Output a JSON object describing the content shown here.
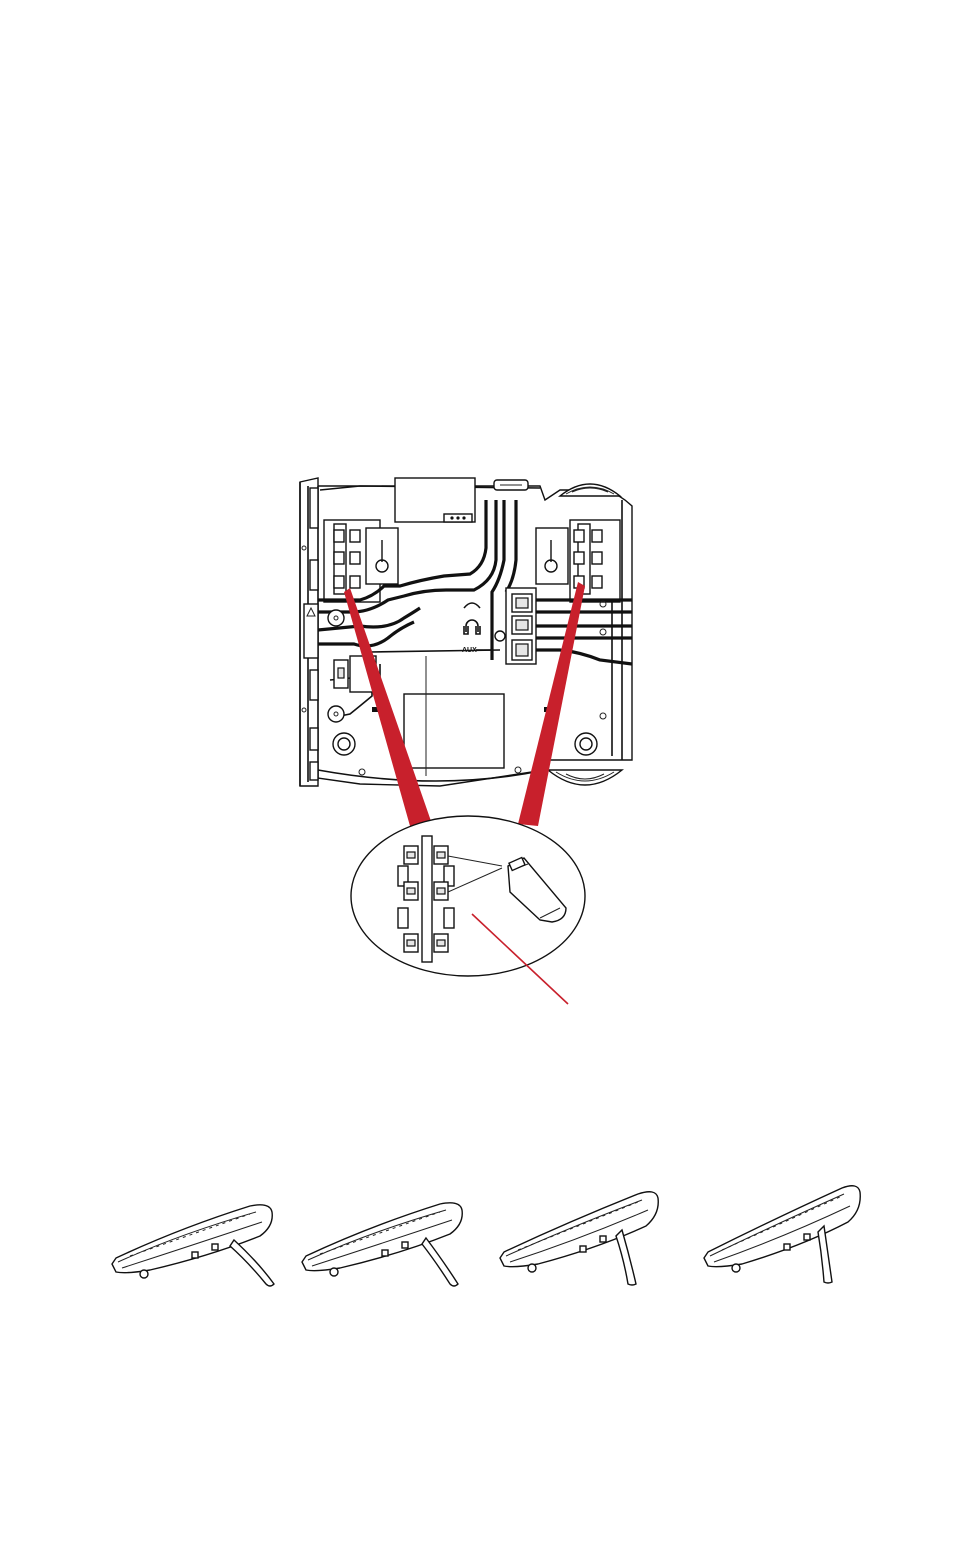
{
  "figure": {
    "base_diagram": {
      "ports": {
        "aux_label": "AUX"
      }
    },
    "detail_callout": {},
    "stand_positions": [
      {
        "id": 1
      },
      {
        "id": 2
      },
      {
        "id": 3
      },
      {
        "id": 4
      }
    ]
  },
  "icons": [
    "handset-port-icon",
    "headset-port-icon",
    "wall-mount-keyhole-icon",
    "lock-icon"
  ],
  "colors": {
    "callout": "#c8202c",
    "line": "#111111",
    "background": "#ffffff"
  }
}
